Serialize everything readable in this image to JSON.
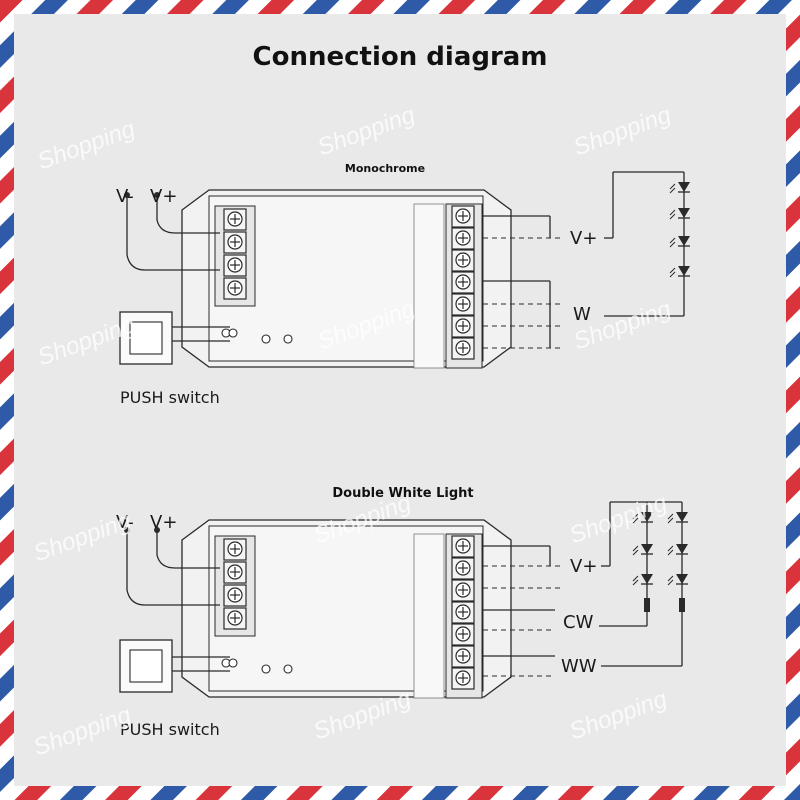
{
  "title": "Connection diagram",
  "diagrams": [
    {
      "name": "Monochrome",
      "supply_labels": [
        "V-",
        "V+"
      ],
      "output_labels": [
        "V+",
        "W"
      ],
      "switch_label": "PUSH switch"
    },
    {
      "name": "Double White Light",
      "supply_labels": [
        "V-",
        "V+"
      ],
      "output_labels": [
        "V+",
        "CW",
        "WW"
      ],
      "switch_label": "PUSH switch"
    }
  ],
  "watermark": "Shopping",
  "colors": {
    "stripe_red": "#d9343c",
    "stripe_blue": "#2e5aa8",
    "background": "#e9e9e9",
    "line": "#2a2a2a"
  }
}
